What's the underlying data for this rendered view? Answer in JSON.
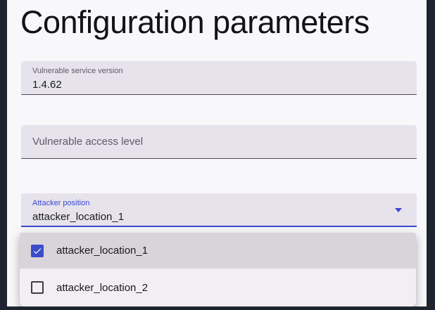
{
  "colors": {
    "accent": "#3b48cf",
    "checkbox": "#3b4ccb",
    "field-bg": "#e6e3ed",
    "page-bg": "#f8f7f9",
    "frame": "#1e2531",
    "row-selected": "#d8d4da",
    "row": "#f2eef3"
  },
  "page": {
    "title": "Configuration parameters"
  },
  "form": {
    "fields": [
      {
        "label": "Vulnerable service version",
        "value": "1.4.62"
      },
      {
        "label": "Vulnerable access level",
        "value": ""
      },
      {
        "label": "Attacker position",
        "value": "attacker_location_1"
      }
    ],
    "dropdown": {
      "options": [
        {
          "label": "attacker_location_1",
          "checked": true
        },
        {
          "label": "attacker_location_2",
          "checked": false
        }
      ]
    }
  }
}
